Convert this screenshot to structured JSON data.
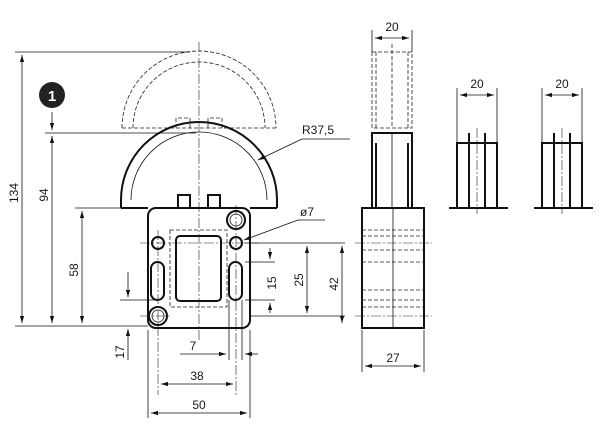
{
  "callout": {
    "number": "1"
  },
  "dimensions": {
    "overall_height": "134",
    "height_to_arc": "94",
    "bracket_height": "58",
    "bottom_offset": "17",
    "arc_radius": "R37,5",
    "hole_diameter": "ø7",
    "slot_length": "15",
    "hole_spacing": "25",
    "side_height": "42",
    "slot_offset": "7",
    "slot_center_distance": "38",
    "bracket_width": "50",
    "top_view_width": "20",
    "side_depth": "27",
    "detail_a_width": "20",
    "detail_b_width": "20"
  }
}
